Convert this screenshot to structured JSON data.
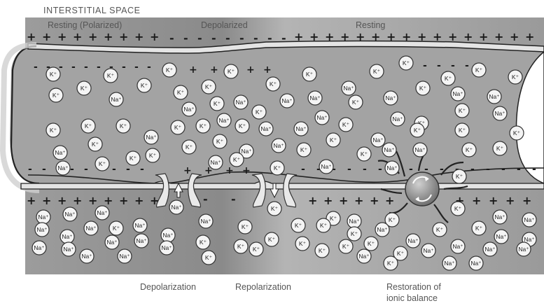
{
  "diagram": {
    "top_label": "INTERSTITIAL SPACE",
    "zones": [
      "Resting (Polarized)",
      "Depolarized",
      "Resting"
    ],
    "bottom_labels": {
      "depolarization": "Depolarization",
      "repolarization": "Repolarization",
      "restoration_line1": "Restoration of",
      "restoration_line2": "ionic balance"
    },
    "ions": {
      "potassium": "K⁺",
      "sodium": "Na⁺"
    },
    "signs": {
      "positive": "+",
      "negative": "-"
    }
  },
  "colors": {
    "background": "#ffffff",
    "interstitial_band": "#9a9a9a",
    "cytoplasm": "#a6a6a6",
    "membrane": "#e2e2e2",
    "ion_fill": "#f4f4f4",
    "pump": "#8c8c8c"
  }
}
